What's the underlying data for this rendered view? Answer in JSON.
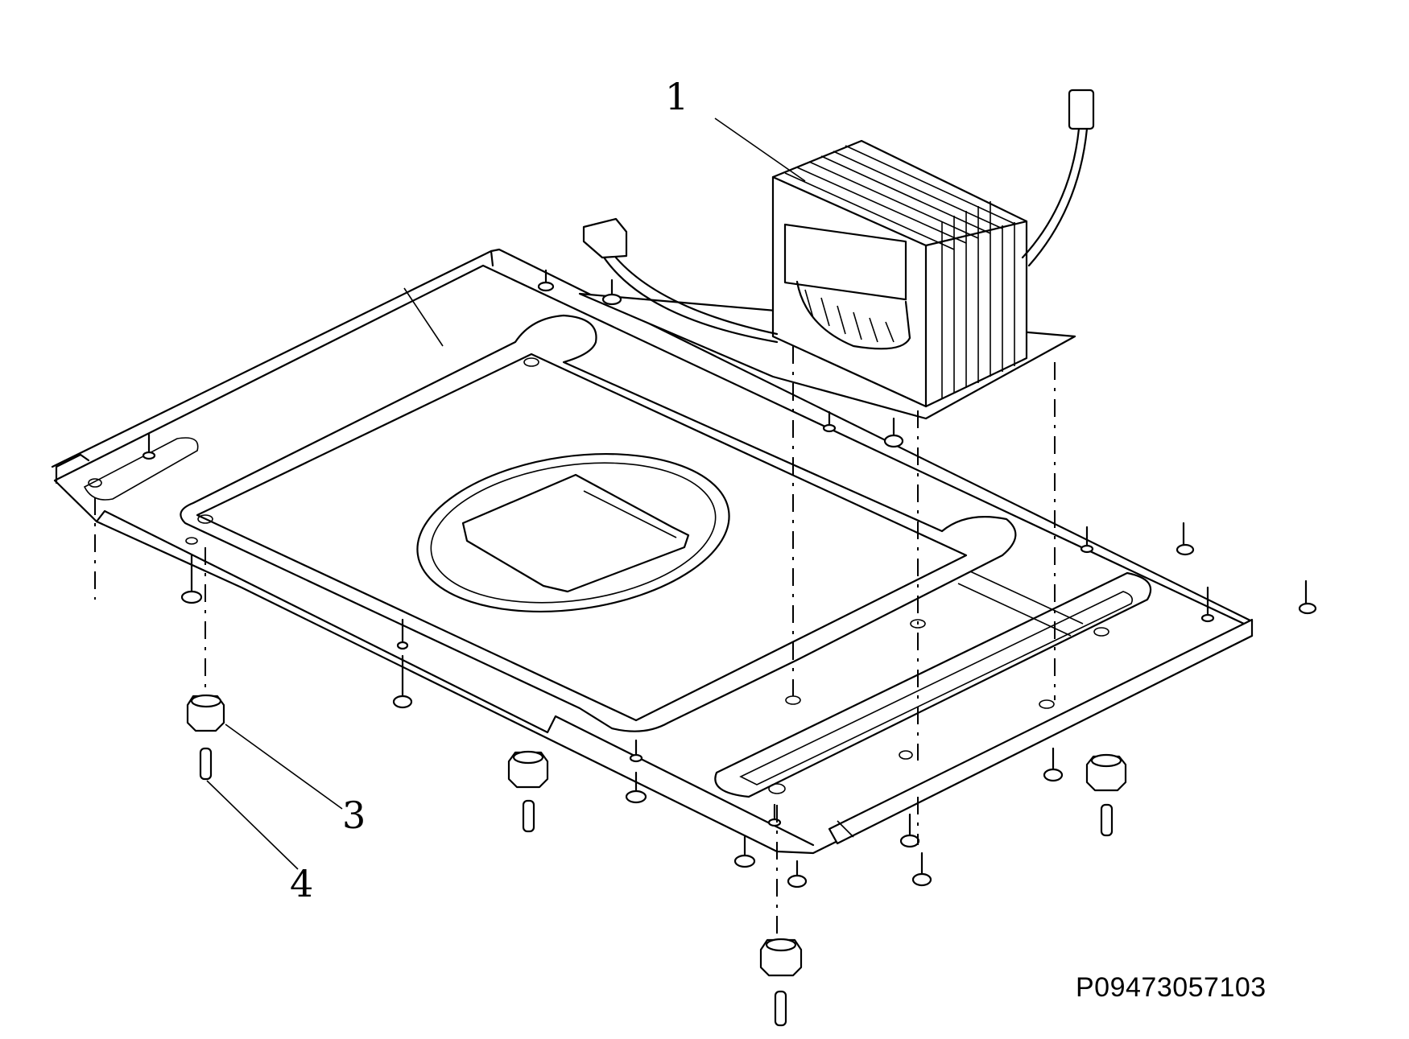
{
  "callouts": {
    "part_1": "1",
    "part_3": "3",
    "part_4": "4"
  },
  "drawing_code": "P09473057103",
  "colors": {
    "line": "#000000",
    "background": "#ffffff"
  }
}
